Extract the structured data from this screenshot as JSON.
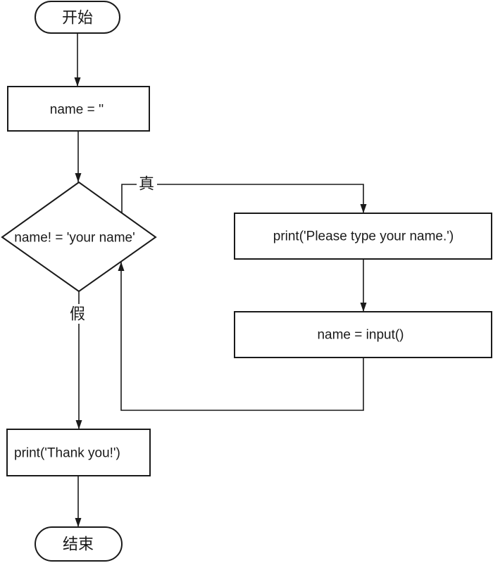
{
  "diagram": {
    "type": "flowchart",
    "colors": {
      "stroke": "#1a1a1a",
      "background": "#ffffff",
      "text": "#1a1a1a"
    },
    "nodes": {
      "start": {
        "type": "terminator",
        "label": "开始"
      },
      "init_name": {
        "type": "process",
        "label": "name = ''"
      },
      "check_name": {
        "type": "decision",
        "label": "name! = 'your name'"
      },
      "print_prompt": {
        "type": "process",
        "label": "print('Please type your name.')"
      },
      "read_input": {
        "type": "process",
        "label": "name = input()"
      },
      "print_thanks": {
        "type": "process",
        "label": "print('Thank you!')"
      },
      "end": {
        "type": "terminator",
        "label": "结束"
      }
    },
    "edge_labels": {
      "true_branch": "真",
      "false_branch": "假"
    }
  }
}
